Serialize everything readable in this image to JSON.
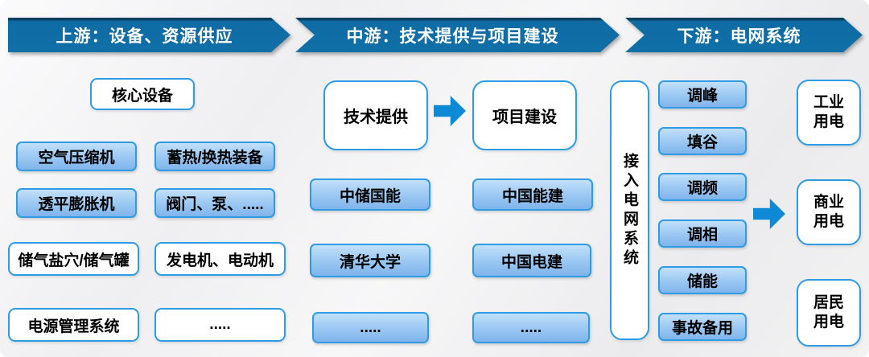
{
  "banners": [
    {
      "label": "上游：设备、资源供应"
    },
    {
      "label": "中游：技术提供与项目建设"
    },
    {
      "label": "下游：电网系统"
    }
  ],
  "upstream": {
    "core_equipment": "核心设备",
    "equipment": [
      "空气压缩机",
      "蓄热/换热装备",
      "透平膨胀机",
      "阀门、泵、....."
    ],
    "resources": [
      "储气盐穴/储气罐",
      "发电机、电动机",
      "电源管理系统",
      "....."
    ]
  },
  "midstream": {
    "technology": "技术提供",
    "construction": "项目建设",
    "tech_providers": [
      "中储国能",
      "清华大学",
      "....."
    ],
    "builders": [
      "中国能建",
      "中国电建",
      "....."
    ]
  },
  "downstream": {
    "grid_access": "接入电网系统",
    "grid_functions": [
      "调峰",
      "填谷",
      "调频",
      "调相",
      "储能",
      "事故备用"
    ],
    "consumers": [
      "工业用电",
      "商业用电",
      "居民用电"
    ]
  },
  "colors": {
    "banner_blue": "#0F6BA3",
    "banner_edge_dark": "#0A4263",
    "arrow_blue": "#0E89D6",
    "box_border_blue": "#2E9CE4",
    "blue_box_fill_top": "#C2E0F9",
    "blue_box_fill_bottom": "#7FB4EB",
    "text_black": "#000000",
    "banner_text_white": "#FFFFFF"
  }
}
